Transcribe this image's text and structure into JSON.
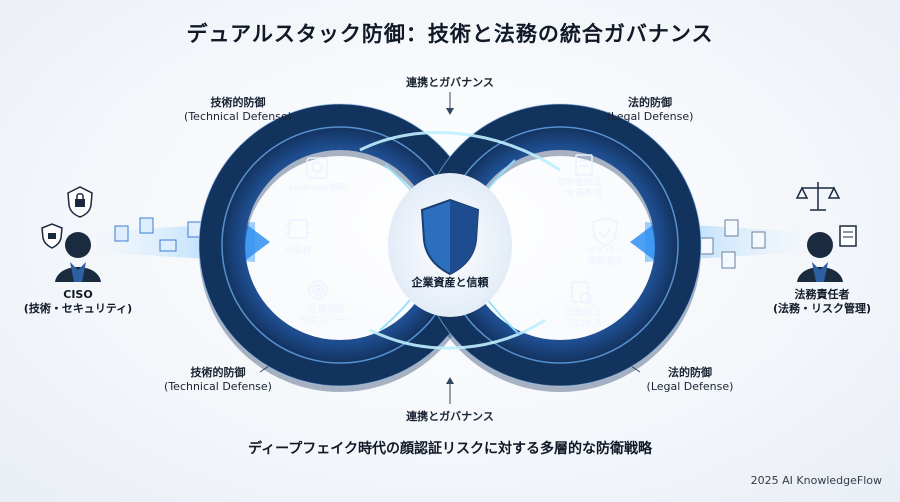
{
  "title": "デュアルスタック防御：技術と法務の統合ガバナンス",
  "subtitle": "ディープフェイク時代の顔認証リスクに対する多層的な防衛戦略",
  "credit": "2025 AI KnowledgeFlow",
  "labels": {
    "top_center": "連携とガバナンス",
    "bottom_center": "連携とガバナンス",
    "tech_top_jp": "技術的防御",
    "tech_top_en": "(Technical Defense)",
    "tech_bottom_jp": "技術的防御",
    "tech_bottom_en": "(Technical Defense)",
    "legal_top_jp": "法的防御",
    "legal_top_en": "(Legal Defense)",
    "legal_bottom_jp": "法的防御",
    "legal_bottom_en": "(Legal Defense)"
  },
  "center": {
    "label": "企業資産と信頼"
  },
  "left_ring_items": [
    {
      "label": "Liveness検知",
      "icon": "face-scan-icon"
    },
    {
      "label": "AI監視",
      "icon": "ai-chip-icon"
    },
    {
      "label": "生体認証\nセキュリティ",
      "icon": "fingerprint-icon"
    }
  ],
  "right_ring_items": [
    {
      "label": "契約書修正・\n免責条項",
      "icon": "contract-edit-icon"
    },
    {
      "label": "サイバー\n保険適用",
      "icon": "shield-check-icon"
    },
    {
      "label": "証拠保全\nプロセス",
      "icon": "document-search-icon"
    }
  ],
  "persons": {
    "left": {
      "name": "CISO",
      "role": "(技術・セキュリティ)"
    },
    "right": {
      "name": "法務責任者",
      "role": "(法務・リスク管理)"
    }
  },
  "colors": {
    "ring_dark": "#1f4e8c",
    "ring_light": "#3a7fd1",
    "glow": "#7fd4ff",
    "accent": "#0e2a55"
  }
}
